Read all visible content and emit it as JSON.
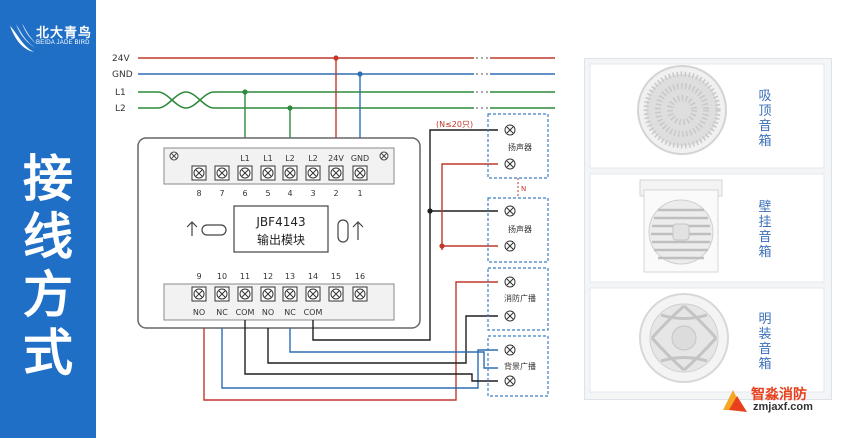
{
  "brand": {
    "name_cn": "北大青鸟",
    "name_en": "BEIDA JADE BIRD"
  },
  "title_chars": [
    "接",
    "线",
    "方",
    "式"
  ],
  "bus": {
    "v24": "24V",
    "gnd": "GND",
    "l1": "L1",
    "l2": "L2"
  },
  "module": {
    "top_labels": [
      "L1",
      "L1",
      "L2",
      "L2",
      "24V",
      "GND"
    ],
    "top_numbers": [
      "8",
      "7",
      "6",
      "5",
      "4",
      "3",
      "2",
      "1"
    ],
    "model": "JBF4143",
    "name": "输出模块",
    "bottom_numbers": [
      "9",
      "10",
      "11",
      "12",
      "13",
      "14",
      "15",
      "16"
    ],
    "bottom_labels": [
      "NO",
      "NC",
      "COM",
      "NO",
      "NC",
      "COM"
    ]
  },
  "boxes": {
    "count_note": "(N≤20只)",
    "n_label": "N",
    "speaker1": "扬声器",
    "speaker2": "扬声器",
    "fire_broadcast": "消防广播",
    "background_broadcast": "背景广播"
  },
  "speakers": {
    "ceiling": [
      "吸",
      "顶",
      "音",
      "箱"
    ],
    "wall": [
      "壁",
      "挂",
      "音",
      "箱"
    ],
    "surface": [
      "明",
      "装",
      "音",
      "箱"
    ]
  },
  "watermark": {
    "cn": "智淼消防",
    "url": "zmjaxf.com"
  },
  "colors": {
    "sidebar": "#1f6fc6",
    "v24": "#c0392b",
    "gnd": "#2f6db3",
    "l_bus": "#2e8b3d",
    "black_wire": "#1f1f1f",
    "box_border": "#3b7fc4",
    "watermark": "#e8401c"
  }
}
